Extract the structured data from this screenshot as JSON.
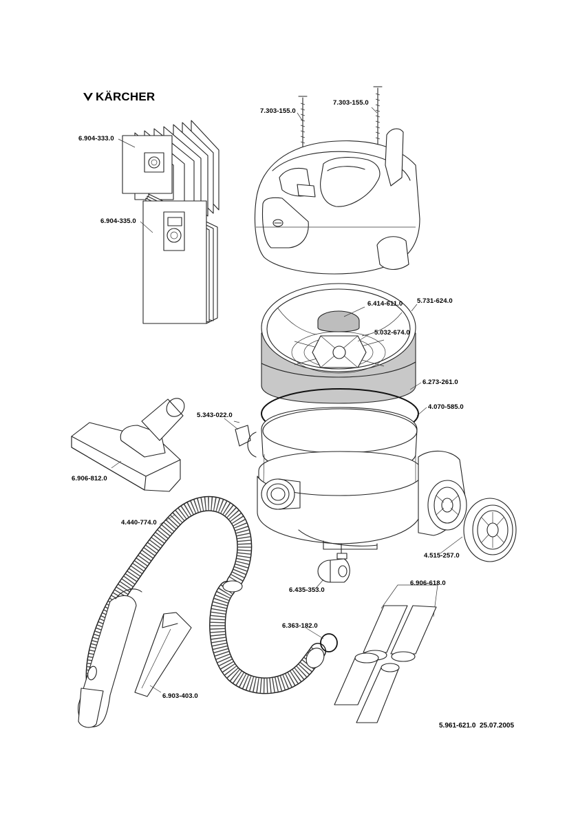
{
  "brand": {
    "name": "KÄRCHER",
    "logo_icon": "kaercher-chevron-logo"
  },
  "parts": [
    {
      "id": "p1",
      "number": "7.303-155.0",
      "icon": "screw-icon"
    },
    {
      "id": "p2",
      "number": "7.303-155.0",
      "icon": "screw-icon"
    },
    {
      "id": "p3",
      "number": "6.904-333.0",
      "icon": "filter-bag-stack-icon"
    },
    {
      "id": "p4",
      "number": "6.904-335.0",
      "icon": "filter-bag-stack-icon"
    },
    {
      "id": "p5",
      "number": "6.414-611.0",
      "icon": "float-icon"
    },
    {
      "id": "p6",
      "number": "5.731-624.0",
      "icon": "filter-basket-icon"
    },
    {
      "id": "p7",
      "number": "5.032-674.0",
      "icon": "float-cage-icon"
    },
    {
      "id": "p8",
      "number": "6.273-261.0",
      "icon": "cartridge-filter-icon"
    },
    {
      "id": "p9",
      "number": "4.070-585.0",
      "icon": "seal-ring-icon"
    },
    {
      "id": "p10",
      "number": "5.343-022.0",
      "icon": "clip-icon"
    },
    {
      "id": "p11",
      "number": "6.906-812.0",
      "icon": "floor-nozzle-icon"
    },
    {
      "id": "p12",
      "number": "4.440-774.0",
      "icon": "suction-hose-icon"
    },
    {
      "id": "p13",
      "number": "4.515-257.0",
      "icon": "wheel-icon"
    },
    {
      "id": "p14",
      "number": "6.435-353.0",
      "icon": "castor-icon"
    },
    {
      "id": "p15",
      "number": "6.906-618.0",
      "icon": "extension-tube-icon"
    },
    {
      "id": "p16",
      "number": "6.363-182.0",
      "icon": "o-ring-icon"
    },
    {
      "id": "p17",
      "number": "6.903-403.0",
      "icon": "crevice-nozzle-icon"
    }
  ],
  "footer": {
    "doc_number": "5.961-621.0",
    "date": "25.07.2005"
  }
}
